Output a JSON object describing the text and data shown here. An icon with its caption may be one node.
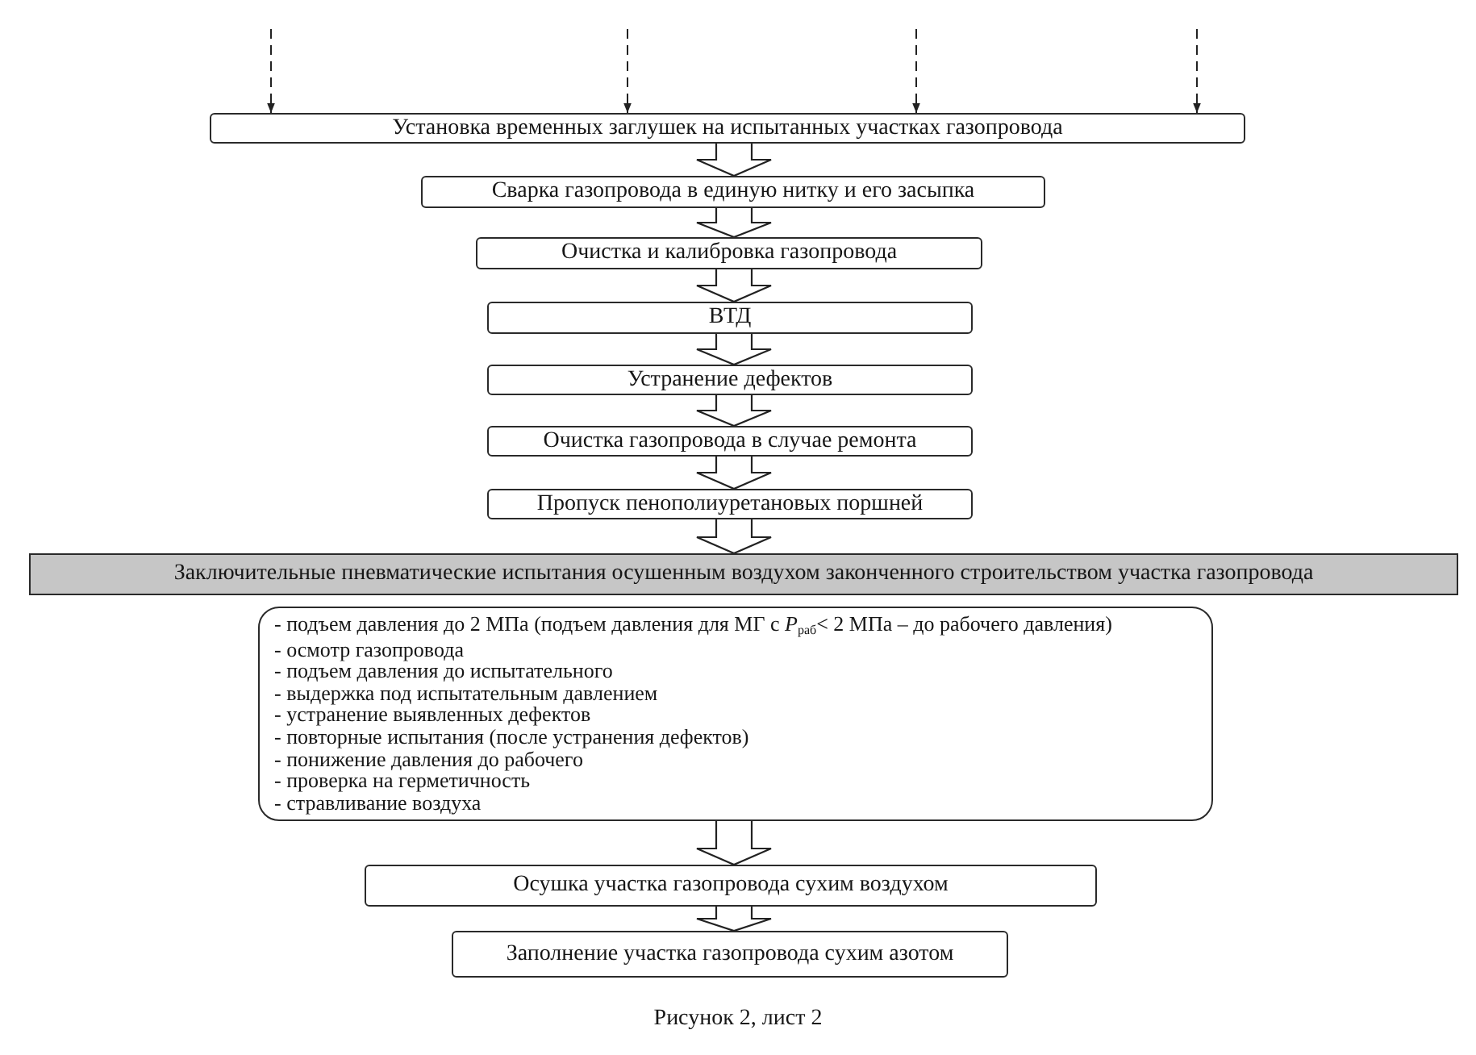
{
  "diagram": {
    "caption": "Рисунок 2, лист 2",
    "nodes": [
      {
        "text": [
          "Установка временных заглушек на испытанных участках газопровода"
        ]
      },
      {
        "text": [
          "Сварка газопровода в единую нитку и его засыпка"
        ]
      },
      {
        "text": [
          "Очистка и калибровка газопровода"
        ]
      },
      {
        "text": [
          "ВТД"
        ]
      },
      {
        "text": [
          "Устранение дефектов"
        ]
      },
      {
        "text": [
          "Очистка газопровода в случае ремонта"
        ]
      },
      {
        "text": [
          "Пропуск пенополиуретановых поршней"
        ]
      },
      {
        "text": [
          "Заключительные пневматические испытания осушенным воздухом законченного строительством участка газопровода"
        ]
      },
      {
        "text": [
          "- подъем давления до 2 МПа (подъем давления для МГ с *P*$_{раб}$< 2 МПа – до рабочего давления)",
          "- осмотр газопровода",
          "- подъем давления до испытательного",
          "- выдержка под испытательным давлением",
          "- устранение выявленных дефектов",
          "- повторные испытания (после устранения дефектов)",
          "- понижение давления до рабочего",
          "- проверка на герметичность",
          "- стравливание воздуха"
        ]
      },
      {
        "text": [
          "Осушка участка газопровода сухим воздухом"
        ]
      },
      {
        "text": [
          "Заполнение участка газопровода сухим азотом"
        ]
      }
    ],
    "edges": [
      {
        "from": null,
        "to": 0,
        "arrow": "to",
        "style": "dashed"
      },
      {
        "from": null,
        "to": 0,
        "arrow": "to",
        "style": "dashed"
      },
      {
        "from": null,
        "to": 0,
        "arrow": "to",
        "style": "dashed"
      },
      {
        "from": null,
        "to": 0,
        "arrow": "to",
        "style": "dashed"
      },
      {
        "from": 0,
        "to": 1,
        "arrow": "to"
      },
      {
        "from": 1,
        "to": 2,
        "arrow": "to"
      },
      {
        "from": 2,
        "to": 3,
        "arrow": "to"
      },
      {
        "from": 3,
        "to": 4,
        "arrow": "to"
      },
      {
        "from": 4,
        "to": 5,
        "arrow": "to"
      },
      {
        "from": 5,
        "to": 6,
        "arrow": "to"
      },
      {
        "from": 6,
        "to": 7,
        "arrow": "to"
      },
      {
        "from": 8,
        "to": 9,
        "arrow": "to"
      },
      {
        "from": 9,
        "to": 10,
        "arrow": "to"
      }
    ]
  }
}
